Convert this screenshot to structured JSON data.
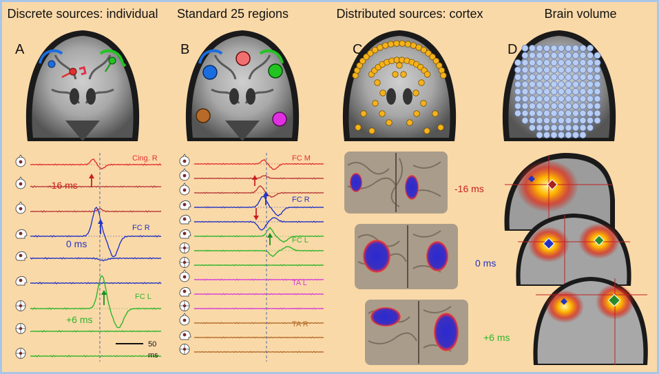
{
  "colors": {
    "background": "#fad9a8",
    "frame": "#a9c6e8",
    "red": "#e0312e",
    "dark_red": "#b83a3a",
    "blue": "#2233c4",
    "green": "#2bb52b",
    "magenta": "#d63cd6",
    "brown": "#b36b2a",
    "orange_dot": "#f5b21c",
    "volume_dot": "#b8cdf0"
  },
  "panels": {
    "a": {
      "letter": "A",
      "title": "Discrete sources: individual"
    },
    "b": {
      "letter": "B",
      "title": "Standard 25 regions"
    },
    "c": {
      "letter": "C",
      "title": "Distributed sources: cortex"
    },
    "d": {
      "letter": "D",
      "title": "Brain volume"
    }
  },
  "traces_a": {
    "labels": {
      "cing_r": "Cing. R",
      "fc_r": "FC R",
      "fc_l": "FC L"
    },
    "times": {
      "t1": "-16 ms",
      "t2": "0 ms",
      "t3": "+6 ms"
    },
    "scalebar_value": "50",
    "scalebar_unit": "ms"
  },
  "traces_b": {
    "labels": {
      "fc_m": "FC M",
      "fc_r": "FC R",
      "fc_l": "FC L",
      "ta_l": "TA L",
      "ta_r": "TA R"
    }
  },
  "cortex_c": {
    "times": {
      "t1": "-16 ms",
      "t2": "0 ms",
      "t3": "+6 ms"
    }
  },
  "icons": [
    "head-top-view-icon",
    "head-side-view-icon",
    "head-front-view-icon"
  ]
}
